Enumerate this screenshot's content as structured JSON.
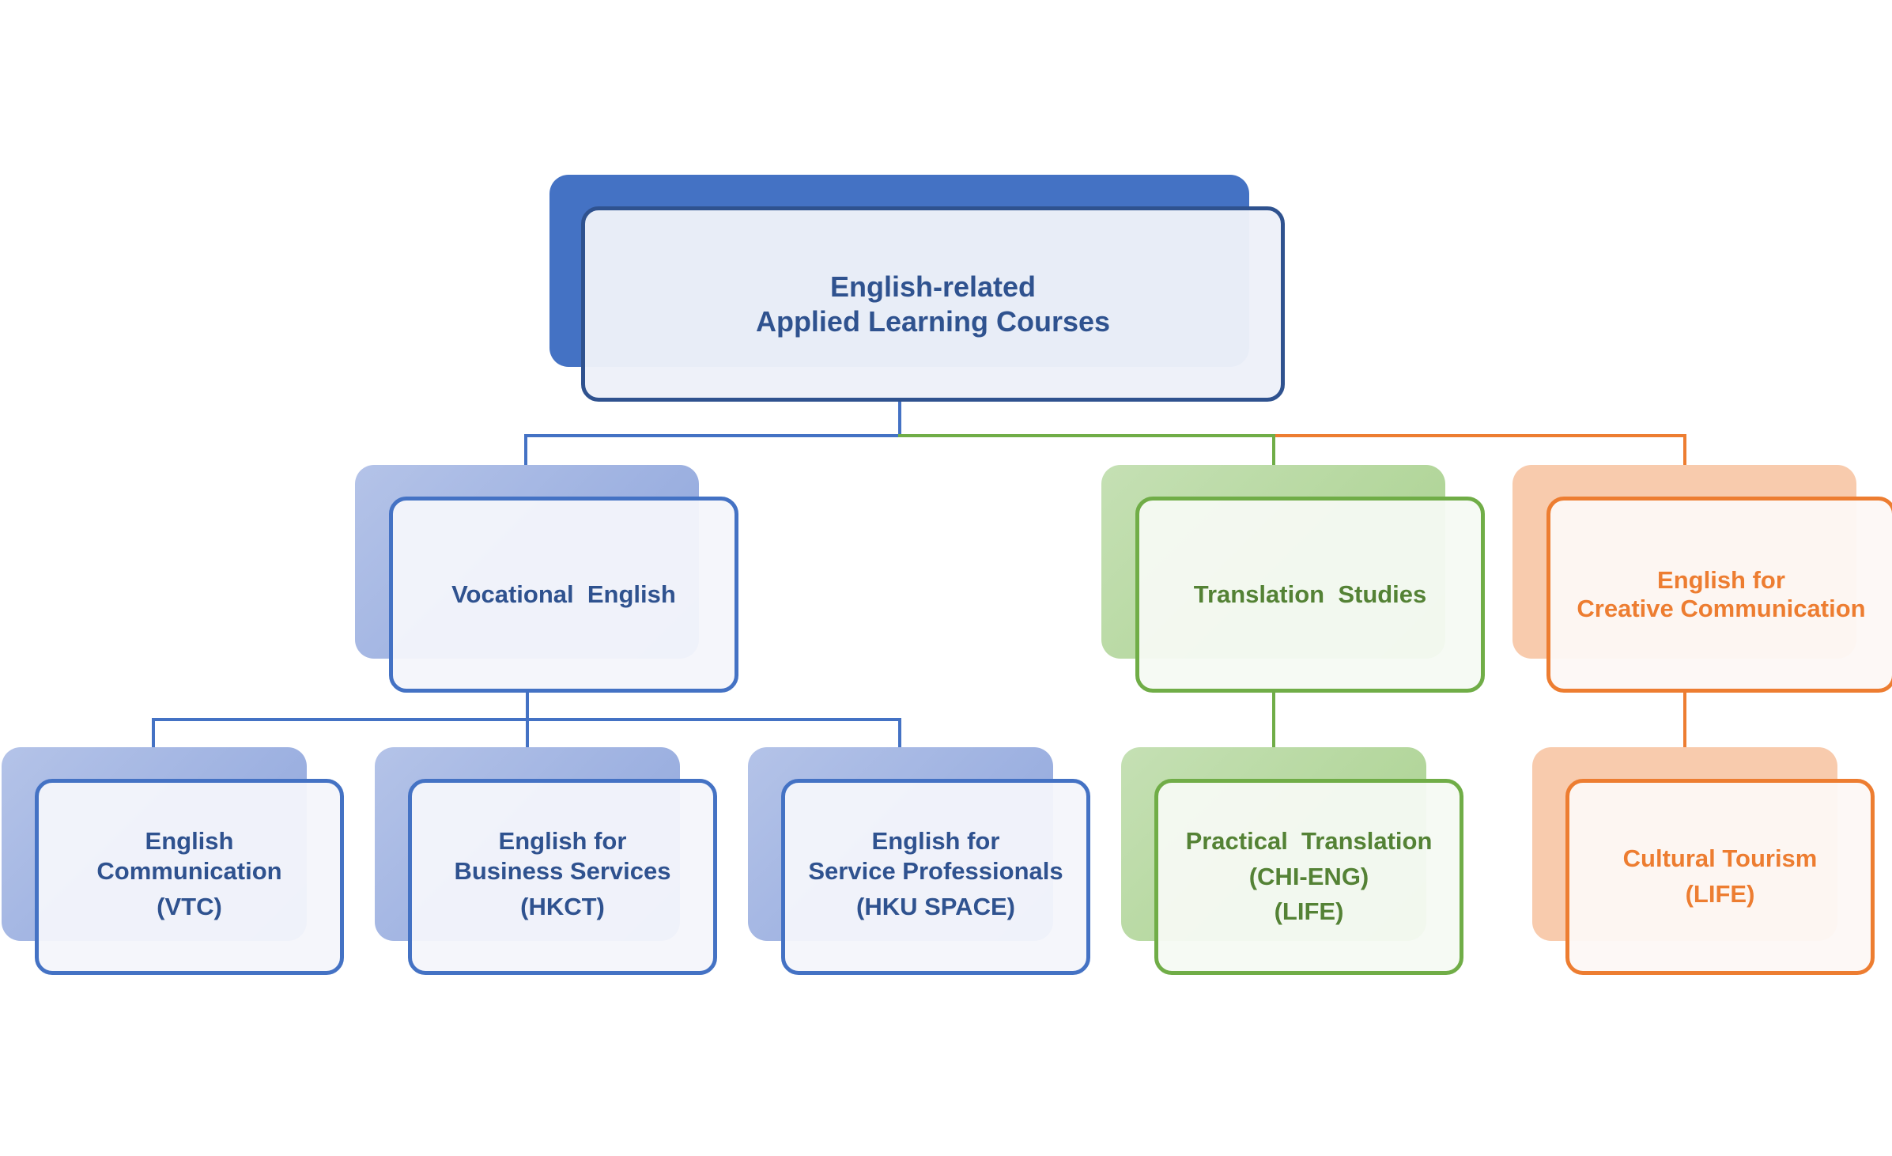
{
  "colors": {
    "blue": "#4472c4",
    "blue_dark": "#2f528f",
    "green": "#70ad47",
    "green_dark": "#548235",
    "orange": "#ed7d31",
    "orange_light": "#f8cbad"
  },
  "root": {
    "lines": [
      "English-related",
      "Applied Learning Courses"
    ]
  },
  "branches": {
    "vocational": {
      "title": [
        "Vocational  English"
      ],
      "children": [
        {
          "lines": [
            "English",
            "Communication",
            "(VTC)"
          ]
        },
        {
          "lines": [
            "English for",
            "Business Services",
            "(HKCT)"
          ]
        },
        {
          "lines": [
            "English for",
            "Service Professionals",
            "(HKU SPACE)"
          ]
        }
      ]
    },
    "translation": {
      "title": [
        "Translation  Studies"
      ],
      "children": [
        {
          "lines": [
            "Practical  Translation",
            "(CHI-ENG)",
            "(LIFE)"
          ]
        }
      ]
    },
    "creative": {
      "title": [
        "English for",
        "Creative Communication"
      ],
      "children": [
        {
          "lines": [
            "Cultural Tourism",
            "(LIFE)"
          ]
        }
      ]
    }
  }
}
